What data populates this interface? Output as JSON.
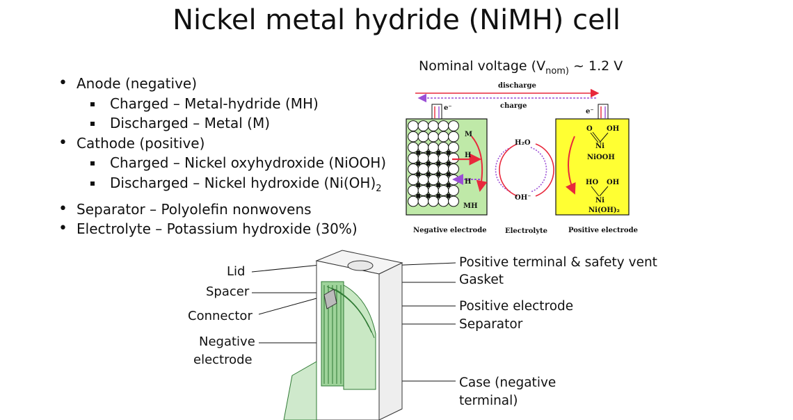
{
  "title": "Nickel metal hydride (NiMH) cell",
  "bullets": {
    "anode": "Anode (negative)",
    "anode_charged": "Charged – Metal-hydride (MH)",
    "anode_discharged": "Discharged – Metal (M)",
    "cathode": "Cathode (positive)",
    "cathode_charged": "Charged – Nickel oxyhydroxide (NiOOH)",
    "cathode_discharged_pre": "Discharged – Nickel hydroxide (Ni(OH)",
    "cathode_discharged_sub": "2",
    "separator": "Separator – Polyolefin nonwovens",
    "electrolyte": "Electrolyte – Potassium hydroxide (30%)"
  },
  "voltage": {
    "prefix": "Nominal voltage (V",
    "sub": "nom)",
    "suffix": " ~ 1.2 V"
  },
  "reaction": {
    "discharge": "discharge",
    "charge": "charge",
    "e_left": "e⁻",
    "e_right": "e⁻",
    "m": "M",
    "h": "H",
    "h2": "H",
    "mh": "MH",
    "h2o": "H₂O",
    "oh": "OH⁻",
    "niooh": "NiOOH",
    "nioh2": "Ni(OH)₂",
    "ni1": "Ni",
    "ni2": "Ni",
    "o": "O",
    "oh1": "OH",
    "ho": "HO",
    "oh2": "OH",
    "neg_label": "Negative electrode",
    "electrolyte_label": "Electrolyte",
    "pos_label": "Positive electrode"
  },
  "parts": {
    "lid": "Lid",
    "spacer": "Spacer",
    "connector": "Connector",
    "negative_electrode_1": "Negative",
    "negative_electrode_2": "electrode",
    "positive_terminal": "Positive terminal & safety vent",
    "gasket": "Gasket",
    "positive_electrode": "Positive electrode",
    "separator": "Separator",
    "case_1": "Case (negative",
    "case_2": "terminal)"
  },
  "colors": {
    "negative_electrode_fill": "#bfe9a8",
    "positive_electrode_fill": "#ffff33",
    "discharge_arrow": "#e8283c",
    "charge_arrow": "#9b4fd6",
    "case_green": "#9ed39a"
  }
}
